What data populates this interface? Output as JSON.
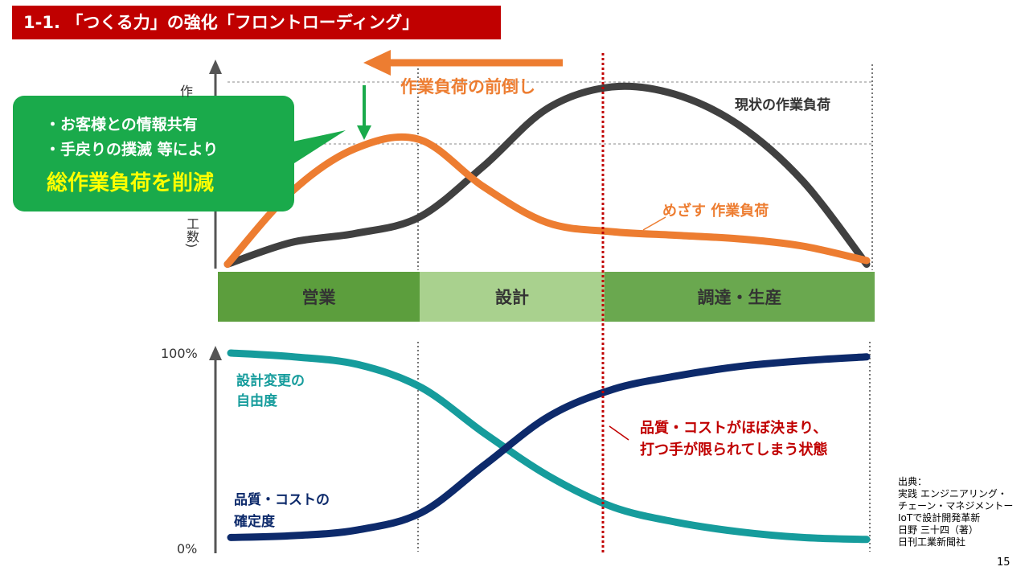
{
  "header": {
    "title": "1-1. 「つくる力」の強化「フロントローディング」"
  },
  "callout": {
    "line1": "・お客様との情報共有",
    "line2": "・手戻りの撲滅 等により",
    "emphasis": "総作業負荷を削減"
  },
  "annotations": {
    "shift_label": "作業負荷の前倒し",
    "current_label": "現状の作業負荷",
    "target_label": "めざす 作業負荷",
    "ylabel_top": "作",
    "ylabel_bottom": "工数)",
    "design_freedom": [
      "設計変更の",
      "自由度"
    ],
    "certainty": [
      "品質・コストの",
      "確定度"
    ],
    "fixed_note": [
      "品質・コストがほぼ決まり、",
      "打つ手が限られてしまう状態"
    ]
  },
  "phases": [
    "営業",
    "設計",
    "調達・生産"
  ],
  "lower_axis": {
    "top": "100%",
    "bottom": "0%"
  },
  "source": [
    "出典：",
    "実践 エンジニアリング・",
    "チェーン・マネジメントー",
    "IoTで設計開発革新",
    "日野 三十四（著）",
    "日刊工業新聞社"
  ],
  "page_number": "15",
  "colors": {
    "title_bg": "#c00000",
    "current": "#404040",
    "target": "#ed7d31",
    "callout_bg": "#1aaa4b",
    "emphasis": "#ffff00",
    "phase1": "#5c9e3d",
    "phase2": "#a9d18e",
    "phase3": "#6aa84f",
    "freedom": "#169c9c",
    "certainty": "#0d2a6b",
    "redline": "#c00000"
  },
  "chart_data": [
    {
      "type": "line",
      "title": "",
      "xlabel": "",
      "ylabel": "作業負荷(工数)",
      "x": [
        0,
        0.1,
        0.2,
        0.3,
        0.4,
        0.5,
        0.6,
        0.7,
        0.8,
        0.9,
        1.0
      ],
      "series": [
        {
          "name": "現状の作業負荷",
          "values": [
            0.02,
            0.14,
            0.19,
            0.28,
            0.56,
            0.88,
            1.0,
            0.96,
            0.79,
            0.48,
            0.02
          ]
        },
        {
          "name": "めざす 作業負荷",
          "values": [
            0.02,
            0.42,
            0.66,
            0.71,
            0.45,
            0.25,
            0.2,
            0.18,
            0.16,
            0.12,
            0.04
          ]
        }
      ],
      "ylim": [
        0,
        1.05
      ],
      "grid": false
    },
    {
      "type": "line",
      "title": "",
      "xlabel": "",
      "ylabel": "",
      "x": [
        0,
        0.1,
        0.2,
        0.3,
        0.4,
        0.5,
        0.6,
        0.7,
        0.8,
        0.9,
        1.0
      ],
      "series": [
        {
          "name": "設計変更の自由度",
          "values": [
            100,
            98,
            94,
            82,
            58,
            36,
            20,
            12,
            7,
            4,
            3
          ]
        },
        {
          "name": "品質・コストの確定度",
          "values": [
            4,
            5,
            8,
            17,
            42,
            67,
            81,
            88,
            93,
            96,
            98
          ]
        }
      ],
      "ylim": [
        0,
        100
      ],
      "grid": false
    }
  ]
}
